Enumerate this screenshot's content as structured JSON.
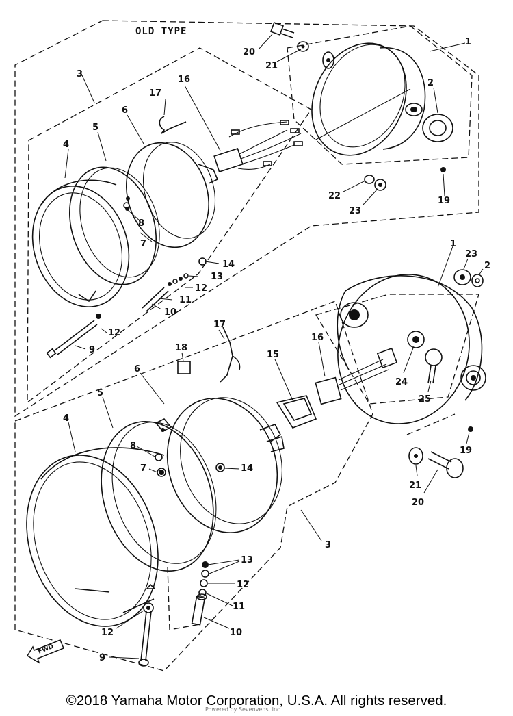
{
  "diagram": {
    "old_type_label": "OLD TYPE",
    "fwd_label": "FWD",
    "upper_callouts": [
      "1",
      "2",
      "3",
      "4",
      "5",
      "6",
      "7",
      "8",
      "9",
      "10",
      "11",
      "12",
      "12",
      "13",
      "14",
      "16",
      "17",
      "19",
      "20",
      "21",
      "22",
      "23"
    ],
    "lower_callouts": [
      "1",
      "2",
      "3",
      "4",
      "5",
      "6",
      "7",
      "8",
      "9",
      "10",
      "11",
      "12",
      "12",
      "13",
      "14",
      "15",
      "16",
      "17",
      "18",
      "19",
      "20",
      "21",
      "23",
      "24",
      "25"
    ]
  },
  "footer": {
    "copyright": "©2018 Yamaha Motor Corporation, U.S.A. All rights reserved.",
    "watermark": "Powered by Sevenvens, Inc."
  },
  "colors": {
    "ink": "#111111",
    "paper": "#ffffff"
  }
}
